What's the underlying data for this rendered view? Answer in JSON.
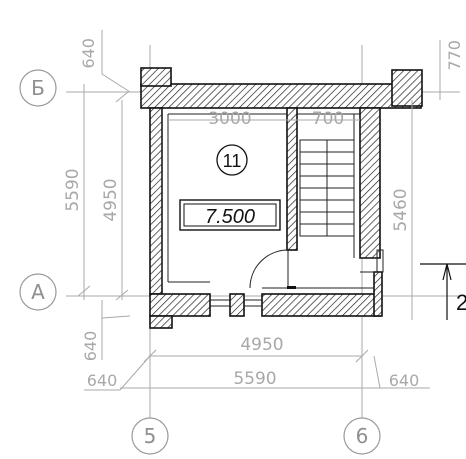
{
  "axes": {
    "row_b": "Б",
    "row_a": "А",
    "col_5": "5",
    "col_6": "6"
  },
  "room": {
    "number": "11",
    "elevation": "7.500"
  },
  "section_mark": "2",
  "dimensions": {
    "top_left_offset": "640",
    "top_right_offset": "770",
    "inner_width_left": "3000",
    "inner_width_right": "700",
    "left_overall": "5590",
    "left_inner": "4950",
    "right_height": "5460",
    "bottom_left_offset_vertical": "640",
    "bottom_inner": "4950",
    "bottom_overall": "5590",
    "bottom_left_offset": "640",
    "bottom_right_offset": "640"
  },
  "colors": {
    "wall_stroke": "#111111",
    "dimension": "#a8a8a8",
    "axis": "#8f8f8f"
  }
}
